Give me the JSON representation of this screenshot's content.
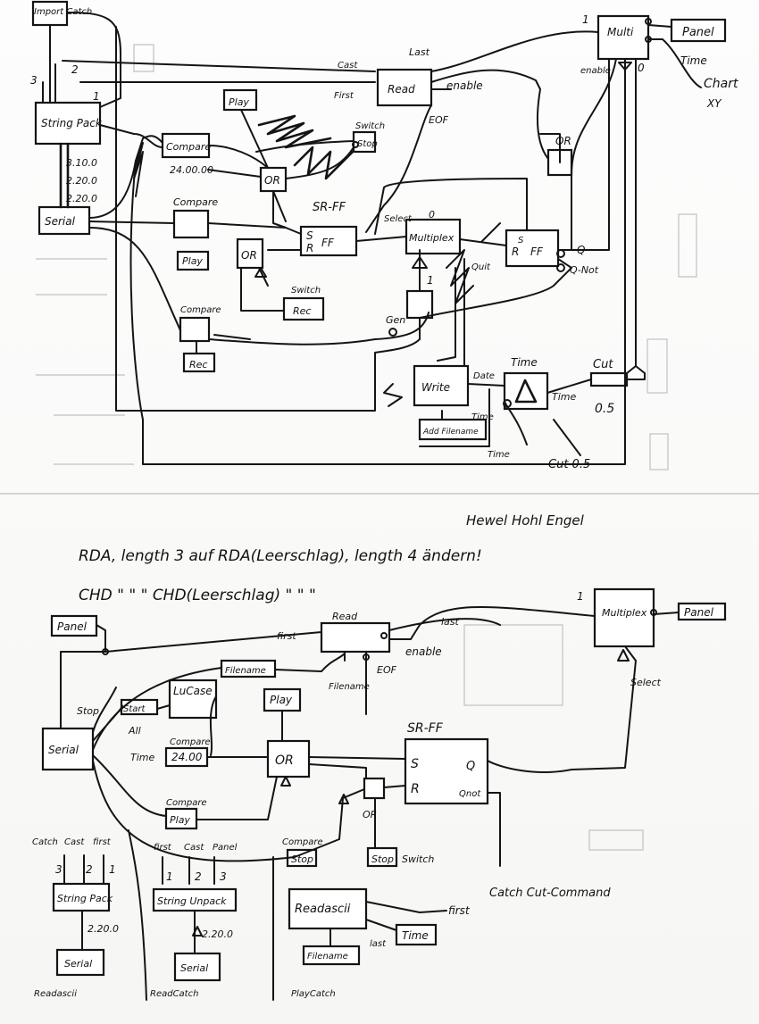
{
  "top": {
    "import_catch": "Import Catch",
    "multi": "Multi",
    "panel": "Panel",
    "time_label": "Time",
    "chart": "Chart",
    "chart_xy": "XY",
    "enable_top": "enable",
    "num_1": "1",
    "num_0": "0",
    "num_3": "3",
    "num_2": "2",
    "num_1b": "1",
    "last": "Last",
    "cast": "Cast",
    "first": "First",
    "read": "Read",
    "enable": "enable",
    "eof": "EOF",
    "play": "Play",
    "switch": "Switch",
    "stop": "Stop",
    "string_pack": "String Pack",
    "compare1": "Compare",
    "v_24": "24.00.00",
    "v_3": "3.10.0",
    "v_2a": "2.20.0",
    "v_2b": "2.20.0",
    "or1": "OR",
    "serial": "Serial",
    "sr_ff": "SR-FF",
    "s": "S",
    "r": "R",
    "ff": "FF",
    "compare2": "Compare",
    "play2": "Play",
    "or2": "OR",
    "select": "Select",
    "zero": "0",
    "multiplex": "Multiplex",
    "or3": "OR",
    "rff_r": "R",
    "rff_s": "S",
    "rff_ff": "FF",
    "q": "Q",
    "q_not": "Q-Not",
    "quit": "Quit",
    "one": "1",
    "switch2": "Switch",
    "rec1": "Rec",
    "gen": "Gen",
    "compare3": "Compare",
    "rec2": "Rec",
    "write": "Write",
    "date": "Date",
    "time2": "Time",
    "time3": "Time",
    "add_filename": "Add Filename",
    "time_trig": "Time",
    "time4": "Time",
    "cut": "Cut",
    "cut_val": "0.5",
    "cut2": "Cut 0.5"
  },
  "note": {
    "signature": "Hewel Hohl Engel",
    "line1": "RDA, length 3 auf RDA(Leerschlag), length 4 ändern!",
    "line2": "CHD   \"   \"   \"   CHD(Leerschlag)   \"   \"   \""
  },
  "bottom": {
    "panel": "Panel",
    "read": "Read",
    "first": "first",
    "last": "last",
    "enable": "enable",
    "eof": "EOF",
    "filename1": "Filename",
    "filename_lbl": "Filename",
    "multiplex": "Multiplex",
    "panel2": "Panel",
    "select": "Select",
    "one": "1",
    "stop": "Stop",
    "start": "Start",
    "lucase": "LuCase",
    "all": "All",
    "compare1": "Compare",
    "time_lbl": "Time",
    "v_24": "24.00",
    "serial": "Serial",
    "play": "Play",
    "or1": "OR",
    "sr_ff": "SR-FF",
    "s": "S",
    "r": "R",
    "q": "Q",
    "qnot": "Qnot",
    "or2": "OR",
    "compare2": "Compare",
    "play2": "Play",
    "compare3": "Compare",
    "stop2": "Stop",
    "stop3": "Stop",
    "switch": "Switch",
    "catch_cut": "Catch Cut-Command",
    "readascii": "Readascii",
    "first2": "first",
    "last2": "last",
    "time": "Time",
    "filename2": "Filename",
    "m_catch": "Catch",
    "m_cast": "Cast",
    "m_first": "first",
    "m_3": "3",
    "m_2": "2",
    "m_1": "1",
    "string_pack": "String Pack",
    "v_220": "2.20.0",
    "serial2": "Serial",
    "readascii_caption": "Readascii",
    "m2_first": "first",
    "m2_cast": "Cast",
    "m2_panel": "Panel",
    "m2_1": "1",
    "m2_2": "2",
    "m2_3": "3",
    "string_unpack": "String Unpack",
    "v_220b": "2.20.0",
    "serial3": "Serial",
    "readcatch_caption": "ReadCatch",
    "playcatch_caption": "PlayCatch"
  }
}
